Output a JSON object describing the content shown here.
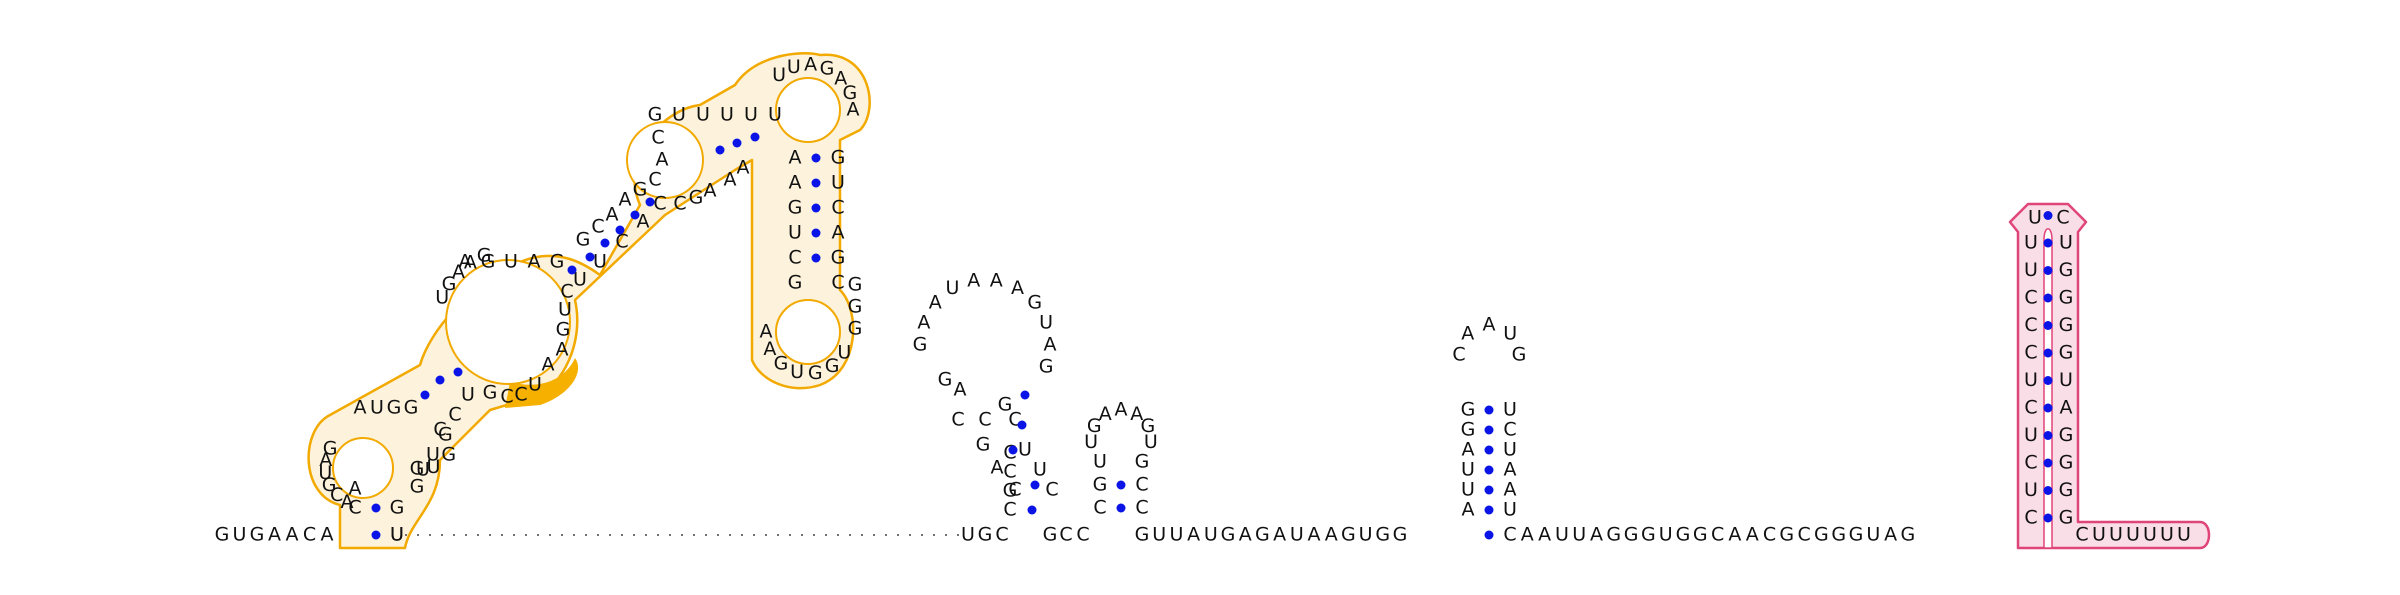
{
  "colors": {
    "pair_dot": "#0a14e6",
    "outline_orange": "#f2a900",
    "fill_orange_light": "#fdf3dc",
    "fill_orange_strong": "#f5b000",
    "outline_pink": "#e0457a",
    "fill_pink": "#f9dde7",
    "backbone": "#444444"
  },
  "sequence_5prime": "GUGAACA",
  "sequence_mid": "UGC",
  "sequence_linker": "GUUAUGAGAUAAGUGG",
  "sequence_linker2": "CAAUUAGGGUGGCAACGCGGGUAG",
  "sequence_3prime": "CUUUUUU",
  "hairpin1_loop": "GAAUAAAGUAG",
  "hairpin2_loop": "UGAAAGU",
  "hairpin3_loop": "CAAUG",
  "terminator_loop": "UC"
}
